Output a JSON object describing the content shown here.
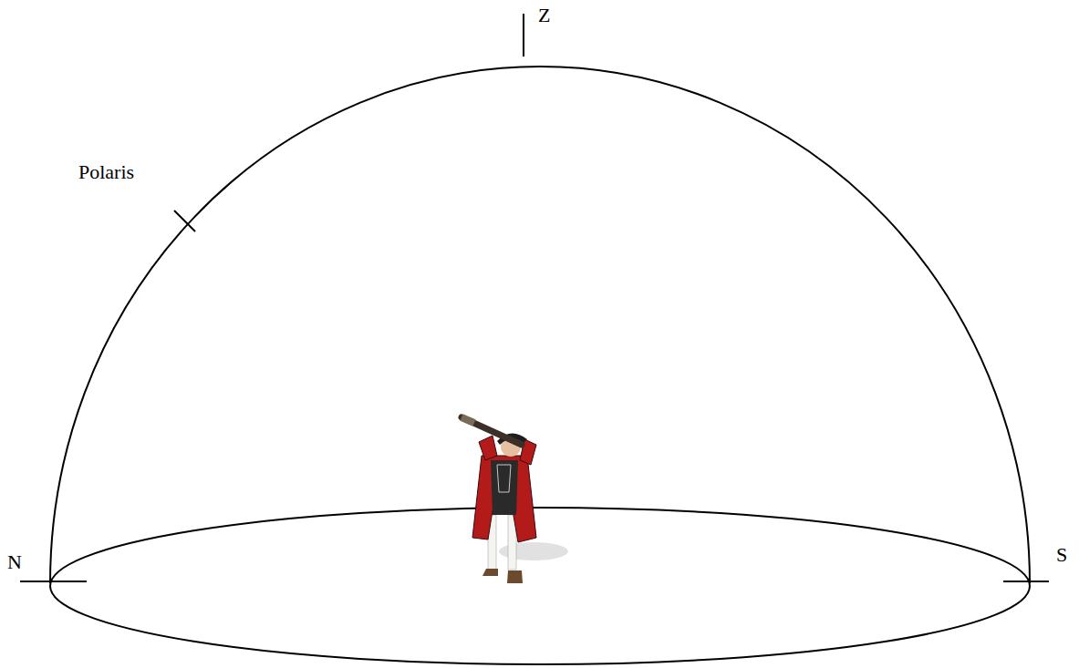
{
  "diagram": {
    "labels": [
      "Z",
      "Polaris",
      "N",
      "S"
    ]
  }
}
